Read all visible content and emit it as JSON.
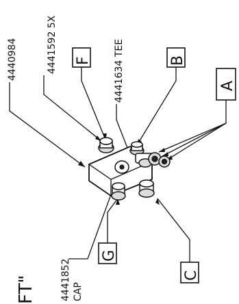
{
  "labels": {
    "part_4440984": "4440984",
    "part_4441592": "4441592 5X",
    "part_4441634": "4441634 TEE",
    "part_4441852": "4441852",
    "cap": "CAP",
    "title_fragment": "FT\""
  },
  "callouts": {
    "a": "A",
    "b": "B",
    "c": "C",
    "f": "F",
    "g": "G"
  }
}
